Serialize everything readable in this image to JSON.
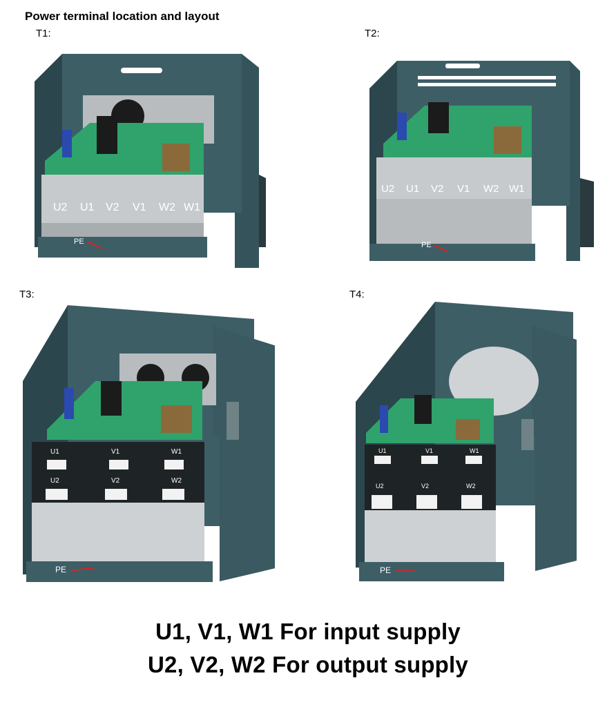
{
  "title": "Power terminal location and layout",
  "frames": [
    {
      "id": "T1",
      "label": "T1:",
      "terminals": [
        "U2",
        "U1",
        "V2",
        "V1",
        "W2",
        "W1"
      ],
      "pe": "PE"
    },
    {
      "id": "T2",
      "label": "T2:",
      "terminals": [
        "U2",
        "U1",
        "V2",
        "V1",
        "W2",
        "W1"
      ],
      "pe": "PE"
    },
    {
      "id": "T3",
      "label": "T3:",
      "top_row": [
        "U1",
        "V1",
        "W1"
      ],
      "bottom_row": [
        "U2",
        "V2",
        "W2"
      ],
      "pe": "PE"
    },
    {
      "id": "T4",
      "label": "T4:",
      "top_row": [
        "U1",
        "V1",
        "W1"
      ],
      "bottom_row": [
        "U2",
        "V2",
        "W2"
      ],
      "pe": "PE"
    }
  ],
  "legend": {
    "line1": "U1, V1, W1 For input supply",
    "line2": "U2, V2, W2 For output supply"
  },
  "colors": {
    "enclosure": "#3e5e66",
    "enclosure_dark": "#2c464d",
    "pcb": "#2fa36b",
    "heatsink": "#c9cdd0",
    "terminal_block": "#1e2426",
    "arrow": "#e0201c"
  }
}
